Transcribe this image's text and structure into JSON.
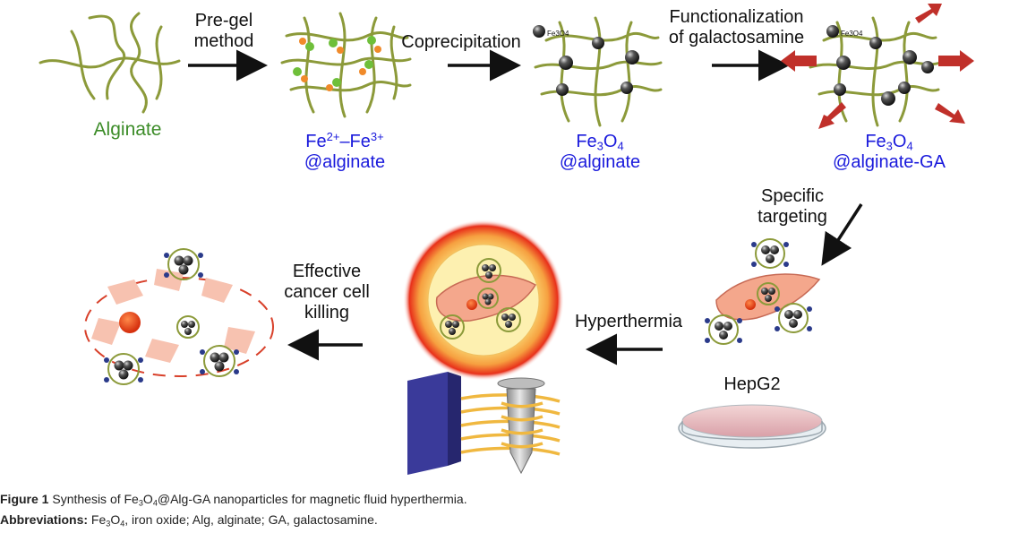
{
  "labels": {
    "alginate": "Alginate",
    "pregel_1": "Pre-gel",
    "pregel_2": "method",
    "coprecipitation": "Coprecipitation",
    "functionalization_1": "Functionalization",
    "functionalization_2": "of galactosamine",
    "fe_ions_a": "Fe",
    "fe_ions_sup_a": "2+",
    "fe_ions_dash": "–Fe",
    "fe_ions_sup_b": "3+",
    "fe_ions_line2": "@alginate",
    "fe3o4_fe": "Fe",
    "fe3o4_sub1": "3",
    "fe3o4_o": "O",
    "fe3o4_sub2": "4",
    "fe3o4_line2": "@alginate",
    "fe3o4ga_line2": "@alginate-GA",
    "particle_tag": "Fe3O4",
    "specific_targeting_1": "Specific",
    "specific_targeting_2": "targeting",
    "hyperthermia": "Hyperthermia",
    "effective_1": "Effective",
    "effective_2": "cancer cell",
    "effective_3": "killing",
    "hepg2": "HepG2"
  },
  "caption": {
    "figure_label": "Figure 1",
    "text_a": " Synthesis of Fe",
    "sub_a": "3",
    "text_b": "O",
    "sub_b": "4",
    "text_c": "@Alg-GA nanoparticles for magnetic fluid hyperthermia.",
    "abbr_label": "Abbreviations:",
    "abbr_a": " Fe",
    "abbr_sub_a": "3",
    "abbr_b": "O",
    "abbr_sub_b": "4",
    "abbr_c": ", iron oxide; Alg, alginate; GA, galactosamine."
  },
  "colors": {
    "fiber": "#8c9a3a",
    "label_blue": "#1a1adc",
    "label_green": "#3c8c28",
    "arrow": "#111111",
    "ga_arrow": "#c0302a",
    "cell": "#f4a78c",
    "nucleus": "#e8401a",
    "glow": "#e8201a",
    "magnet": "#3a3a9a",
    "coil": "#f0b840"
  }
}
